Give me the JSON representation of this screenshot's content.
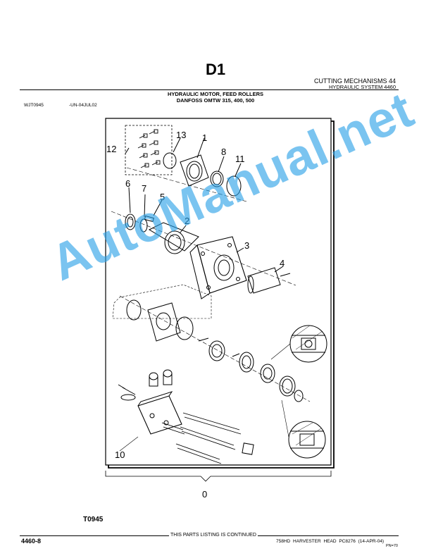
{
  "header": {
    "title": "D1",
    "section": "CUTTING MECHANISMS 44",
    "subsection": "HYDRAULIC SYSTEM 4460",
    "assembly_title_line1": "HYDRAULIC MOTOR, FEED ROLLERS",
    "assembly_title_line2": "DANFOSS OMTW 315, 400, 500",
    "ref_code": "WJT0945",
    "ref_date": "-UN-04JUL02"
  },
  "diagram": {
    "callouts": [
      "0",
      "1",
      "2",
      "3",
      "4",
      "5",
      "6",
      "7",
      "8",
      "10",
      "11",
      "12",
      "13"
    ],
    "figure_label": "T0945"
  },
  "watermark": "AutoManual.net",
  "footer": {
    "page_number": "4460-8",
    "continued": "THIS PARTS LISTING IS CONTINUED",
    "doc_info": "758HD HARVESTER HEAD   PC8276   (14-APR-04)",
    "pn": "PN=70"
  }
}
